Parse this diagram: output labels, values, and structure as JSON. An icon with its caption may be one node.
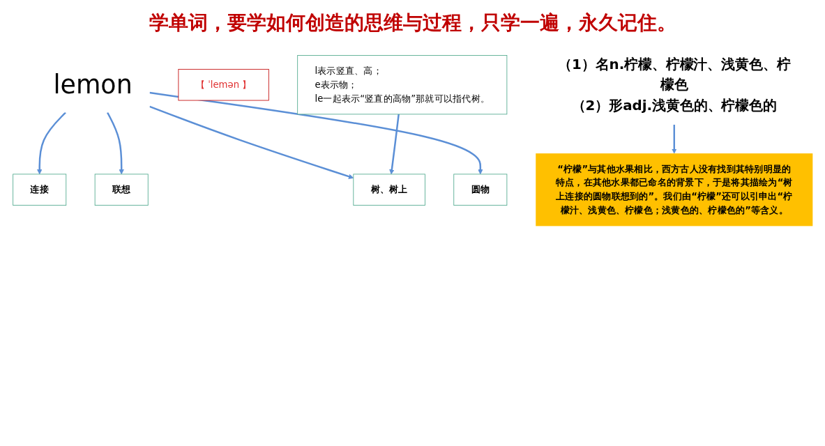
{
  "diagram": {
    "title": "学单词，要学如何创造的思维与过程，只学一遍，永久记住。",
    "nodes": [
      {
        "text": [
          "lemon"
        ]
      },
      {
        "text": [
          "连接"
        ]
      },
      {
        "text": [
          "联想"
        ]
      },
      {
        "text": [
          "【 ˈlemən 】"
        ]
      },
      {
        "text": [
          "树、树上"
        ]
      },
      {
        "text": [
          "圆物"
        ]
      },
      {
        "text": [
          "l表示竖直、高；",
          "e表示物；",
          "le一起表示“竖直的高物”那就可以指代树。"
        ]
      },
      {
        "text": [
          "（1）名n.柠檬、柠檬汁、浅黄色、柠檬色",
          "（2）形adj.浅黄色的、柠檬色的"
        ]
      },
      {
        "text": [
          "“柠檬”与其他水果相比，西方古人没有找到其特别明显的特点，在其他水果都已命名的背景下，于是将其描绘为“树上连接的圆物联想到的”。我们由“柠檬”还可以引申出“柠檬汁、浅黄色、柠檬色；浅黄色的、柠檬色的”等含义。"
        ]
      }
    ],
    "edges": [
      {
        "from": 0,
        "to": 1,
        "arrow": "to"
      },
      {
        "from": 0,
        "to": 2,
        "arrow": "to"
      },
      {
        "from": 0,
        "to": 4,
        "arrow": "to"
      },
      {
        "from": 0,
        "to": 5,
        "arrow": "to"
      },
      {
        "from": 6,
        "to": 4,
        "arrow": "to"
      },
      {
        "from": 7,
        "to": 8,
        "arrow": "to"
      }
    ]
  }
}
